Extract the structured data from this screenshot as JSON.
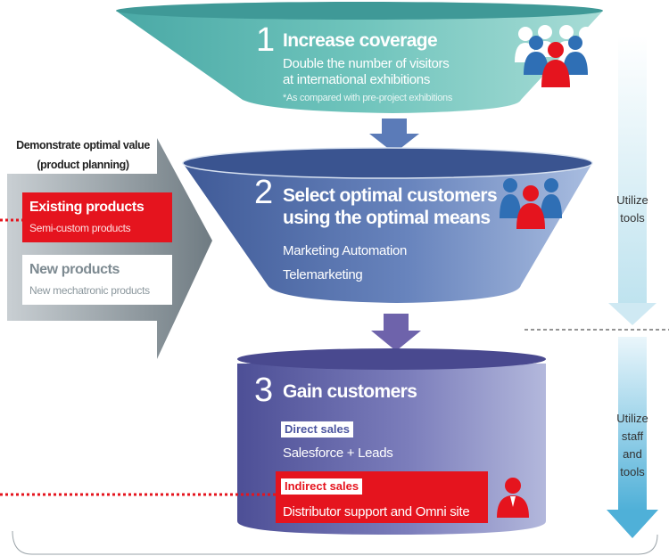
{
  "colors": {
    "teal": "#67c1b9",
    "blue": "#5a74ad",
    "purple": "#6f6fb0",
    "red": "#e5141e",
    "arrow_light": "#cde8f2",
    "arrow_dark": "#5ab4d9",
    "gray_arrow": "#7f8c93"
  },
  "stage1": {
    "number": "1",
    "title": "Increase coverage",
    "line1": "Double the number of visitors",
    "line2": "at international exhibitions",
    "note": "*As compared with pre-project exhibitions",
    "icon": "people-group-icon"
  },
  "stage2": {
    "number": "2",
    "title_line1": "Select optimal customers",
    "title_line2": "using the optimal means",
    "item1": "Marketing Automation",
    "item2": "Telemarketing",
    "icon": "people-group-icon"
  },
  "stage3": {
    "number": "3",
    "title": "Gain customers",
    "direct_label": "Direct sales",
    "direct_text": "Salesforce + Leads",
    "indirect_label": "Indirect sales",
    "indirect_text": "Distributor support and Omni site",
    "icon": "person-icon"
  },
  "left_panel": {
    "heading_line1": "Demonstrate optimal value",
    "heading_line2": "(product planning)",
    "existing_title": "Existing products",
    "existing_sub": "Semi-custom products",
    "new_title": "New products",
    "new_sub": "New mechatronic products"
  },
  "right_arrow": {
    "top_line1": "Utilize",
    "top_line2": "tools",
    "bottom_line1": "Utilize",
    "bottom_line2": "staff",
    "bottom_line3": "and",
    "bottom_line4": "tools"
  }
}
